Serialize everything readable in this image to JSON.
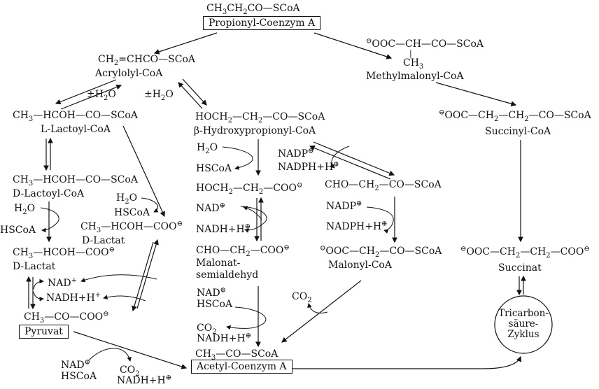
{
  "nodes": {
    "propionyl": {
      "formula": "CH_3_CH_2_CO—SCoA",
      "name": "Propionyl-Coenzym A"
    },
    "acryloyl": {
      "formula": "CH_2_=CHCO—SCoA",
      "name": "Acrylolyl-CoA"
    },
    "methylmalonyl": {
      "formula": "^⊖^OOC—CH—CO—SCoA",
      "branch_bond": "|",
      "branch": "CH_3_",
      "name": "Methylmalonyl-CoA"
    },
    "l_lactoyl": {
      "formula": "CH_3_—HCOH—CO—SCoA",
      "name": "L-Lactoyl-CoA"
    },
    "d_lactoyl": {
      "formula": "CH_3_—HCOH—CO—SCoA",
      "name": "D-Lactoyl-CoA"
    },
    "d_lactat_left": {
      "formula": "CH_3_—HCOH—COO^⊖^",
      "name": "D-Lactat"
    },
    "d_lactat_mid": {
      "formula": "CH_3_—HCOH—COO^⊖^",
      "name": "D-Lactat"
    },
    "pyruvat": {
      "formula": "CH_3_—CO—COO^⊖^",
      "name": "Pyruvat"
    },
    "beta_hydroxypropionyl": {
      "formula": "HOCH_2_—CH_2_—CO—SCoA",
      "name": "β-Hydroxypropionyl-CoA"
    },
    "hydroxypropionat": {
      "formula": "HOCH_2_—CH_2_—COO^⊖^"
    },
    "malonat_semialdehyd": {
      "formula": "CHO—CH_2_—COO^⊖^",
      "name_line1": "Malonat-",
      "name_line2": "semialdehyd"
    },
    "oxopropionyl_coa": {
      "formula": "CHO—CH_2_—CO—SCoA"
    },
    "malonyl": {
      "formula": "^⊖^OOC—CH_2_—CO—SCoA",
      "name": "Malonyl-CoA"
    },
    "succinyl": {
      "formula": "^⊖^OOC—CH_2_—CH_2_—CO—SCoA",
      "name": "Succinyl-CoA"
    },
    "succinat": {
      "formula": "^⊖^OOC—CH_2_—CH_2_—COO^⊖^",
      "name": "Succinat"
    },
    "acetyl": {
      "formula": "CH_3_—CO—SCoA",
      "name": "Acetyl-Coenzym A"
    },
    "tca": {
      "line1": "Tricarbon-",
      "line2": "säure-",
      "line3": "Zyklus"
    }
  },
  "cofactors": {
    "plus_h2o_left": "±H_2_O",
    "plus_h2o_right": "±H_2_O",
    "h2o_left": "H_2_O",
    "hscoa_left": "HSCoA",
    "h2o_diag": "H_2_O",
    "hscoa_diag": "HSCoA",
    "h2o_mid": "H_2_O",
    "hscoa_mid": "HSCoA",
    "nadp_mid": "NADP^⊕^",
    "nadph_mid": "NADPH+H^⊕^",
    "nad_mid": "NAD^⊕^",
    "nadh_mid": "NADH+H^⊕^",
    "nadp_right": "NADP^⊕^",
    "nadph_right": "NADPH+H^⊕^",
    "nad_left": "NAD^+^",
    "nadh_left": "NADH+H^+^",
    "nad_mal": "NAD^⊕^",
    "hscoa_mal": "HSCoA",
    "co2_mal": "CO_2_",
    "nadh_mal": "NADH+H^⊕^",
    "co2_malonyl": "CO_2_",
    "nad_pyr": "NAD^⊕^",
    "hscoa_pyr": "HSCoA",
    "co2_pyr": "CO_2_",
    "nadh_pyr": "NADH+H^⊕^"
  },
  "colors": {
    "ink": "#111111",
    "background": "#ffffff"
  }
}
